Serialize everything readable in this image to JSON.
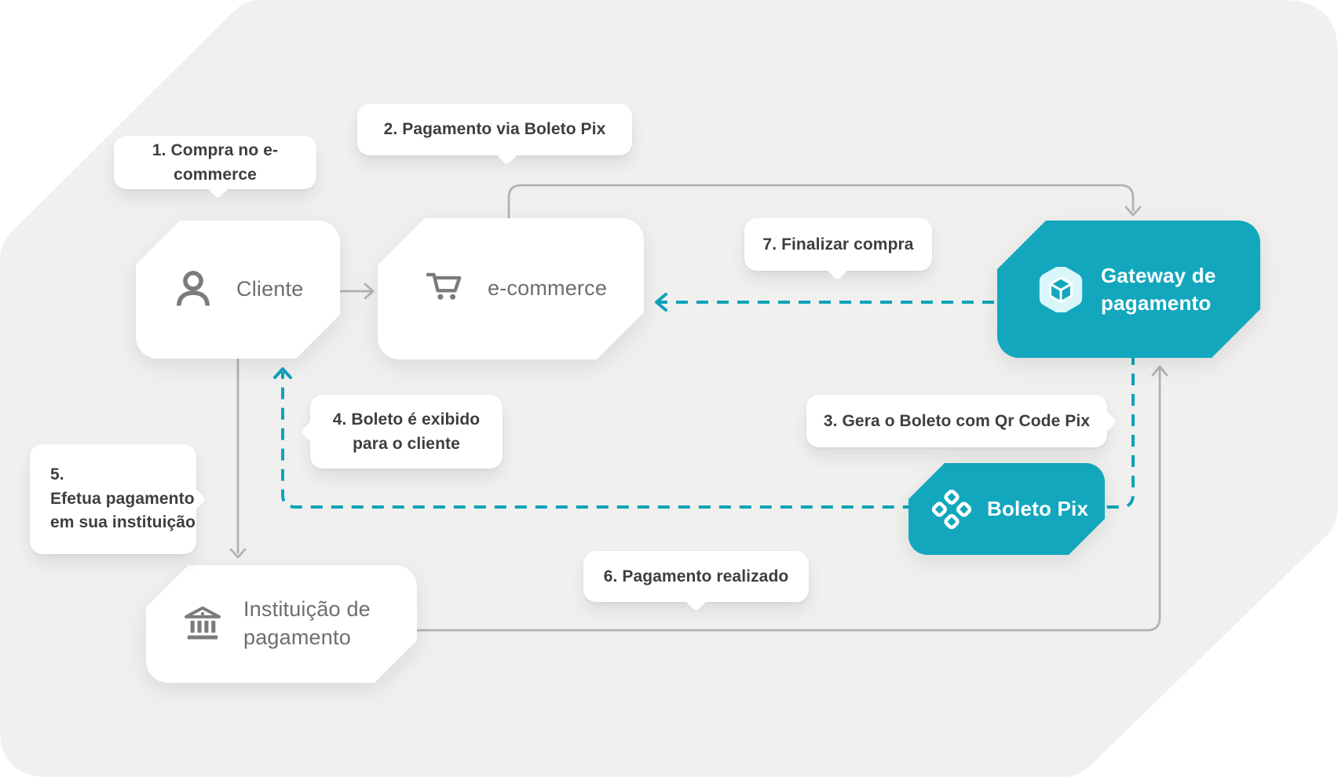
{
  "colors": {
    "background": "#ffffff",
    "surface": "#f0f0ef",
    "teal": "#12a7bd",
    "teal_line": "#0fa3ba",
    "line_gray": "#b3b2b0",
    "icon_gray": "#7b7b7b",
    "node_text": "#6e6e6e",
    "callout_text": "#3e3e3e",
    "badge_bg": "#d9f6fa",
    "node_bg": "#ffffff"
  },
  "nodes": {
    "cliente": {
      "label": "Cliente",
      "icon": "person-icon"
    },
    "ecommerce": {
      "label": "e-commerce",
      "icon": "cart-icon"
    },
    "gateway": {
      "label": "Gateway de\npagamento",
      "icon": "cube-icon"
    },
    "boleto_pix": {
      "label": "Boleto Pix",
      "icon": "pix-icon"
    },
    "instituicao": {
      "label": "Instituição de\npagamento",
      "icon": "bank-icon"
    }
  },
  "callouts": {
    "step1": {
      "text": "1. Compra no e-commerce"
    },
    "step2": {
      "text": "2. Pagamento via Boleto Pix"
    },
    "step3": {
      "text": "3. Gera o Boleto com Qr Code Pix"
    },
    "step4": {
      "text": "4. Boleto é exibido\npara o cliente"
    },
    "step5": {
      "text": "5.\nEfetua pagamento\nem sua instituição"
    },
    "step6": {
      "text": "6. Pagamento realizado"
    },
    "step7": {
      "text": "7. Finalizar compra"
    }
  }
}
